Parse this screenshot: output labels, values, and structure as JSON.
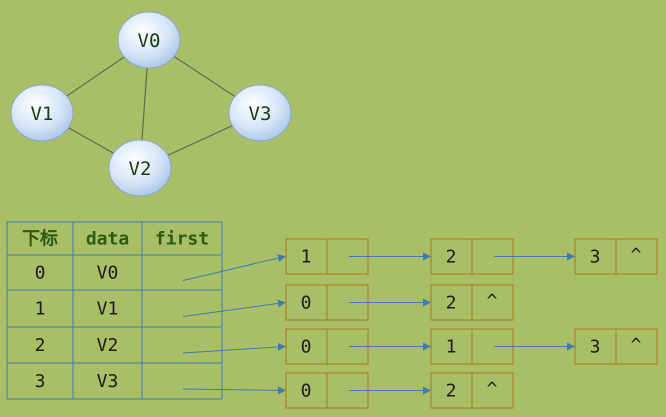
{
  "graph": {
    "vertices": [
      "V0",
      "V1",
      "V2",
      "V3"
    ],
    "edges": [
      [
        0,
        1
      ],
      [
        0,
        2
      ],
      [
        0,
        3
      ],
      [
        1,
        2
      ],
      [
        2,
        3
      ]
    ]
  },
  "table": {
    "headers": [
      "下标",
      "data",
      "first"
    ],
    "rows": [
      {
        "index": "0",
        "data": "V0"
      },
      {
        "index": "1",
        "data": "V1"
      },
      {
        "index": "2",
        "data": "V2"
      },
      {
        "index": "3",
        "data": "V3"
      }
    ]
  },
  "lists": [
    [
      "1",
      "2",
      "3"
    ],
    [
      "0",
      "2"
    ],
    [
      "0",
      "1",
      "3"
    ],
    [
      "0",
      "2"
    ]
  ],
  "null_symbol": "^",
  "colors": {
    "background": "#a8bf67",
    "node_fill": "#cfe0f7",
    "node_stroke": "#8aa6cf",
    "box_stroke": "#b0761e",
    "table_line": "#3c7cae",
    "arrow": "#3c7cae",
    "edge": "#5e6b4e"
  }
}
